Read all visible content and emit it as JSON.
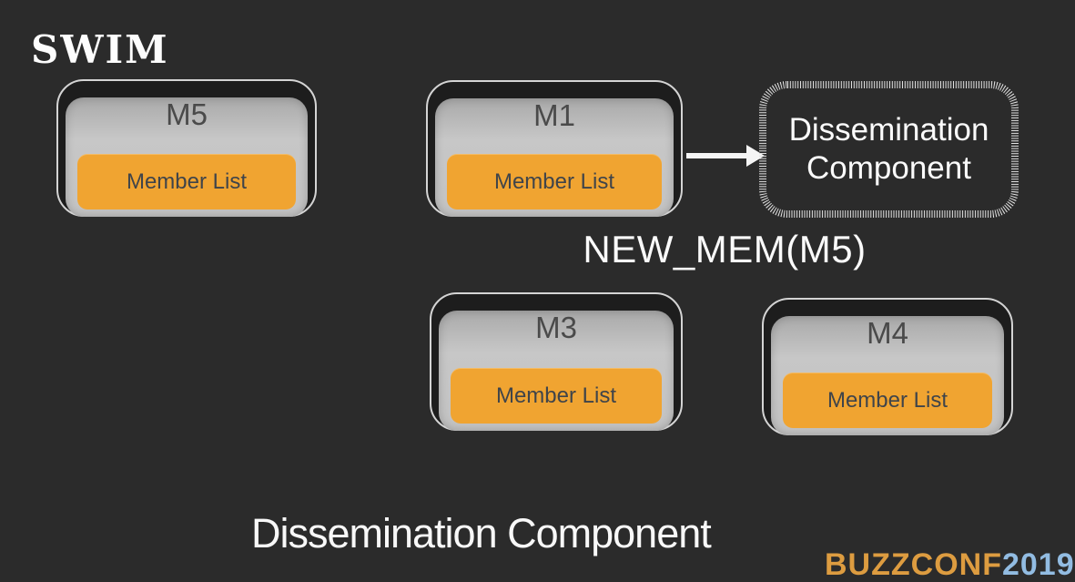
{
  "slide": {
    "title": "SWIM",
    "footer_title": "Dissemination Component",
    "message_label": "NEW_MEM(M5)"
  },
  "nodes": [
    {
      "label": "M5",
      "sublabel": "Member List"
    },
    {
      "label": "M1",
      "sublabel": "Member List"
    },
    {
      "label": "M3",
      "sublabel": "Member List"
    },
    {
      "label": "M4",
      "sublabel": "Member List"
    }
  ],
  "dissemination_box": {
    "line1": "Dissemination",
    "line2": "Component"
  },
  "watermark": {
    "prefix": "BUZZCONF",
    "suffix": "2019"
  },
  "colors": {
    "background": "#2b2b2b",
    "node_fill_gray": "#c4c4c4",
    "node_ring_dark": "#1d1d1d",
    "node_outline_light": "#d4d4d4",
    "accent_orange": "#f0a431",
    "dark_text": "#3f444a",
    "light_text": "#fafafa",
    "watermark_orange": "#dd9c40",
    "watermark_blue": "#92bce2"
  }
}
